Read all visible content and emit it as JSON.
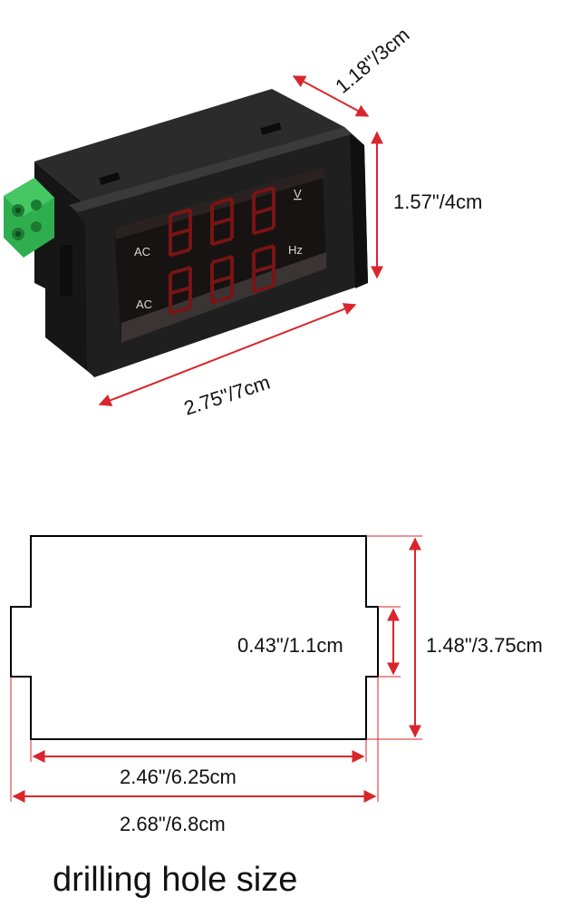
{
  "product": {
    "mode_top": "AC",
    "mode_bottom": "AC",
    "unit_top": "V",
    "unit_bottom": "Hz"
  },
  "dimensions": {
    "depth": "1.18\"/3cm",
    "height": "1.57\"/4cm",
    "width": "2.75\"/7cm"
  },
  "cutout": {
    "notch_height": "0.43\"/1.1cm",
    "total_height": "1.48\"/3.75cm",
    "inner_width": "2.46\"/6.25cm",
    "outer_width": "2.68\"/6.8cm",
    "caption": "drilling hole size"
  },
  "colors": {
    "dimension_line": "#d8262c",
    "body": "#1c1c1c",
    "terminal": "#2fae4e",
    "segment_off": "#7a1414"
  }
}
